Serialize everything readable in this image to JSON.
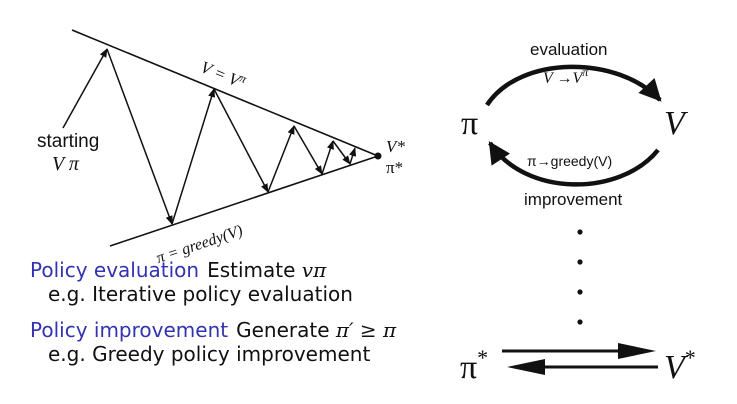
{
  "left_diagram": {
    "upper_line_label": "V = V",
    "upper_line_label_sup": "π",
    "lower_line_label": "π = greedy(V)",
    "start_label_line1": "starting",
    "start_label_line2": "V  π",
    "end_label_v": "V*",
    "end_label_pi": "π*"
  },
  "right_diagram": {
    "top_arc_title": "evaluation",
    "top_arc_formula": "V →V",
    "top_arc_formula_sup": "π",
    "pi_node": "π",
    "v_node": "V",
    "bottom_arc_formula": "π→greedy(V)",
    "bottom_arc_title": "improvement",
    "pi_star_node": "π",
    "pi_star_sup": "*",
    "v_star_node": "V",
    "v_star_sup": "*"
  },
  "definitions": {
    "eval_term": "Policy evaluation",
    "eval_desc": "Estimate",
    "eval_math": "vπ",
    "eval_example": "e.g. Iterative policy evaluation",
    "improve_term": "Policy improvement",
    "improve_desc": "Generate",
    "improve_math": "π′ ≥ π",
    "improve_example": "e.g. Greedy policy improvement"
  },
  "colors": {
    "term_blue": "#3333b2",
    "ink": "#111111"
  }
}
